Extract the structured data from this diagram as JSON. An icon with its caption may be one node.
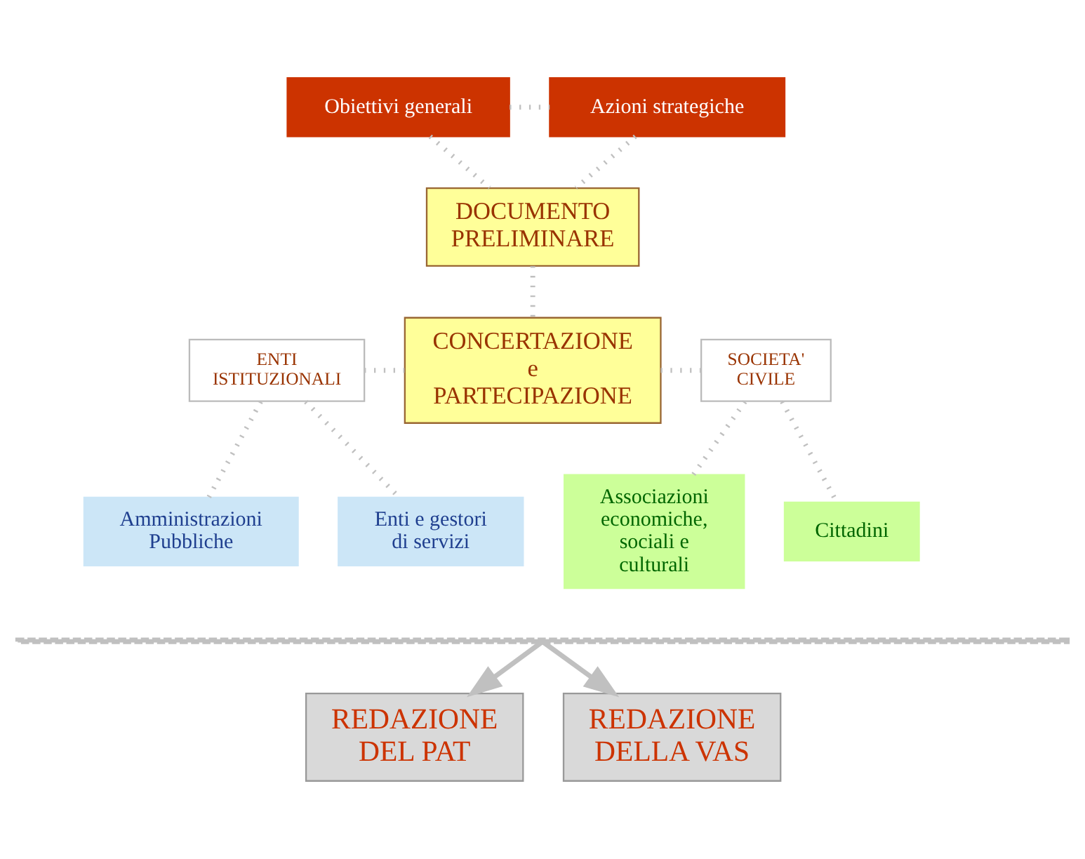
{
  "diagram": {
    "nodes": [
      {
        "text": [
          "Obiettivi generali"
        ]
      },
      {
        "text": [
          "Azioni strategiche"
        ]
      },
      {
        "text": [
          "DOCUMENTO PRELIMINARE"
        ]
      },
      {
        "text": [
          "ENTI ISTITUZIONALI"
        ]
      },
      {
        "text": [
          "CONCERTAZIONE e PARTECIPAZIONE"
        ]
      },
      {
        "text": [
          "SOCIETA' CIVILE"
        ]
      },
      {
        "text": [
          "Amministrazioni Pubbliche"
        ]
      },
      {
        "text": [
          "Enti e gestori di servizi"
        ]
      },
      {
        "text": [
          "Associazioni economiche, sociali e culturali"
        ]
      },
      {
        "text": [
          "Cittadini"
        ]
      },
      {
        "text": [],
        "shape": "bar"
      },
      {
        "text": [
          "REDAZIONE DEL PAT"
        ]
      },
      {
        "text": [
          "REDAZIONE DELLA VAS"
        ]
      }
    ],
    "edges": [
      {
        "from": 0,
        "to": 1,
        "arrow": "none",
        "style": "dashed"
      },
      {
        "from": 0,
        "to": 2,
        "arrow": "none",
        "style": "dashed"
      },
      {
        "from": 1,
        "to": 2,
        "arrow": "none",
        "style": "dashed"
      },
      {
        "from": 2,
        "to": 4,
        "arrow": "none",
        "style": "dashed"
      },
      {
        "from": 3,
        "to": 4,
        "arrow": "none",
        "style": "dashed"
      },
      {
        "from": 4,
        "to": 5,
        "arrow": "none",
        "style": "dashed"
      },
      {
        "from": 3,
        "to": 6,
        "arrow": "none",
        "style": "dashed"
      },
      {
        "from": 3,
        "to": 7,
        "arrow": "none",
        "style": "dashed"
      },
      {
        "from": 5,
        "to": 8,
        "arrow": "none",
        "style": "dashed"
      },
      {
        "from": 5,
        "to": 9,
        "arrow": "none",
        "style": "dashed"
      },
      {
        "from": 10,
        "to": 11,
        "arrow": "to"
      },
      {
        "from": 10,
        "to": 12,
        "arrow": "to"
      }
    ]
  }
}
